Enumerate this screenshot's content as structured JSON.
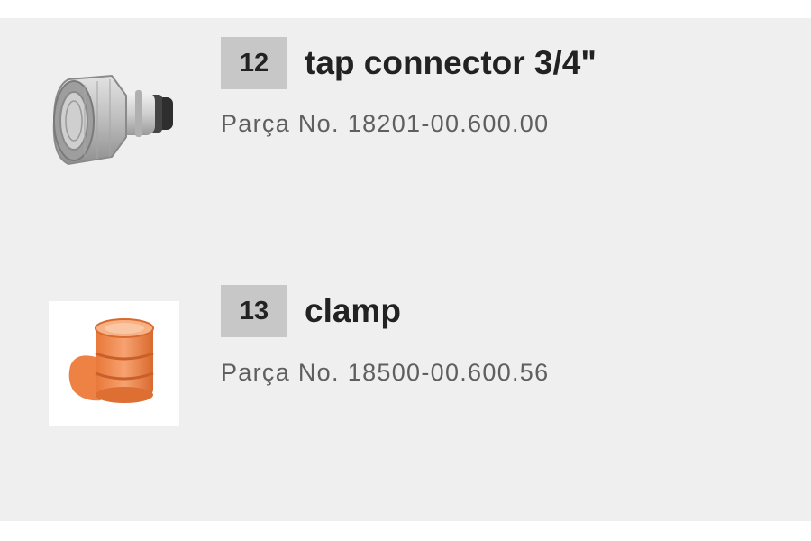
{
  "parts": [
    {
      "number": "12",
      "title": "tap connector 3/4\"",
      "part_no_label": "Parça No.",
      "part_no": "18201-00.600.00",
      "image_icon": "tap-connector-icon",
      "image_color": "#bfbfbf"
    },
    {
      "number": "13",
      "title": "clamp",
      "part_no_label": "Parça No.",
      "part_no": "18500-00.600.56",
      "image_icon": "clamp-icon",
      "image_color": "#f08a4b"
    }
  ]
}
